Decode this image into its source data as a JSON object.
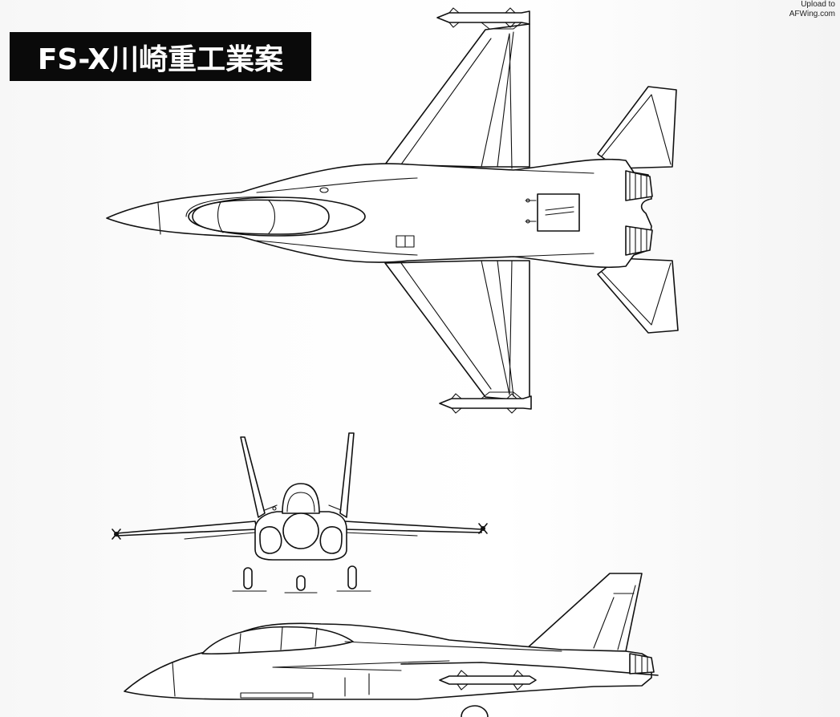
{
  "title": "FS-X川崎重工業案",
  "watermark": {
    "line1": "Upload to",
    "line2": "AFWing.com"
  }
}
